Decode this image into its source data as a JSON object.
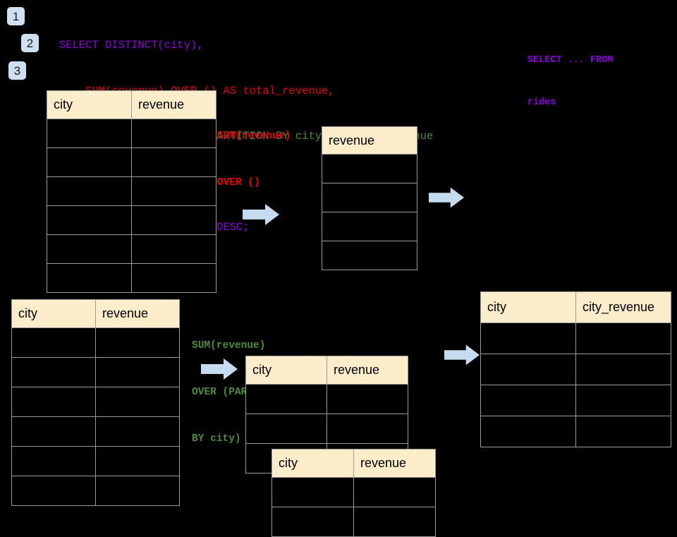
{
  "colors": {
    "background": "#000000",
    "badge_bg": "#cfe0f2",
    "header_bg": "#fbecca",
    "border": "#9a9a9a",
    "arrow": "#c5dcf0",
    "sql_purple": "#8a00dd",
    "sql_red": "#ee0000",
    "sql_green": "#4c8c3c"
  },
  "badges": [
    {
      "label": "1"
    },
    {
      "label": "2"
    },
    {
      "label": "3"
    }
  ],
  "sql": {
    "lines": [
      {
        "text": "SELECT DISTINCT(city),",
        "color": "#8a00dd"
      },
      {
        "text": "    SUM(revenue) OVER () AS total_revenue,",
        "color": "#ee0000"
      },
      {
        "text": "    SUM(revenue) OVER (PARTITION BY city) as city_revenue",
        "color": "#4c8c3c"
      },
      {
        "text": "  FROM rides",
        "color": "#8a00dd"
      },
      {
        "text": "  ORDER by city_revenue DESC;",
        "color": "#8a00dd"
      }
    ]
  },
  "side_note": {
    "line1": "SELECT ... FROM",
    "line2": "rides",
    "color": "#8a00dd"
  },
  "annotations": {
    "over_empty": {
      "line1": "SUM(revenue)",
      "line2": "OVER ()",
      "color": "#ee0000"
    },
    "over_partition": {
      "line1": "SUM(revenue)",
      "line2": "OVER (PARTITION",
      "line3": "BY city)",
      "color": "#4c8c3c"
    }
  },
  "tables": {
    "rides_source": {
      "name": "rides-source-table",
      "headers": [
        "city",
        "revenue"
      ],
      "row_count": 6,
      "rows": [
        [
          "",
          ""
        ],
        [
          "",
          ""
        ],
        [
          "",
          ""
        ],
        [
          "",
          ""
        ],
        [
          "",
          ""
        ],
        [
          "",
          ""
        ]
      ]
    },
    "total_revenue": {
      "name": "total-revenue-table",
      "headers": [
        "revenue"
      ],
      "row_count": 4,
      "rows": [
        [
          ""
        ],
        [
          ""
        ],
        [
          ""
        ],
        [
          ""
        ]
      ]
    },
    "rides_source_2": {
      "name": "rides-source-table-2",
      "headers": [
        "city",
        "revenue"
      ],
      "row_count": 6,
      "rows": [
        [
          "",
          ""
        ],
        [
          "",
          ""
        ],
        [
          "",
          ""
        ],
        [
          "",
          ""
        ],
        [
          "",
          ""
        ],
        [
          "",
          ""
        ]
      ]
    },
    "partition_back": {
      "name": "partition-group-table-back",
      "headers": [
        "city",
        "revenue"
      ],
      "row_count": 3,
      "rows": [
        [
          "",
          ""
        ],
        [
          "",
          ""
        ],
        [
          "",
          ""
        ]
      ]
    },
    "partition_front": {
      "name": "partition-group-table-front",
      "headers": [
        "city",
        "revenue"
      ],
      "row_count": 2,
      "rows": [
        [
          "",
          ""
        ],
        [
          "",
          ""
        ]
      ]
    },
    "city_revenue": {
      "name": "city-revenue-result-table",
      "headers": [
        "city",
        "city_revenue"
      ],
      "row_count": 4,
      "rows": [
        [
          "",
          ""
        ],
        [
          "",
          ""
        ],
        [
          "",
          ""
        ],
        [
          "",
          ""
        ]
      ]
    }
  },
  "arrows": [
    {
      "name": "arrow-source-to-total"
    },
    {
      "name": "arrow-total-to-result"
    },
    {
      "name": "arrow-source2-to-partition"
    },
    {
      "name": "arrow-partition-to-result"
    }
  ]
}
